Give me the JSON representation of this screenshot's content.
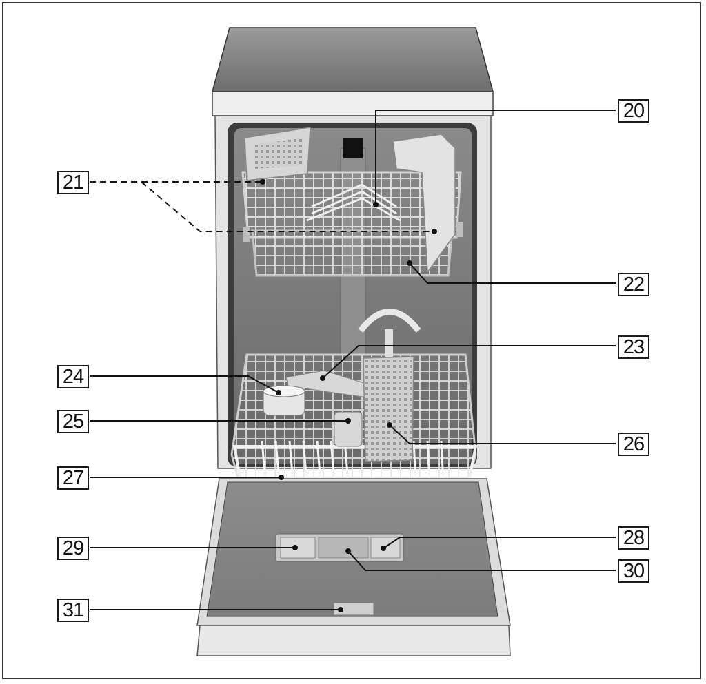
{
  "diagram": {
    "labels": [
      {
        "id": "20",
        "text": "20"
      },
      {
        "id": "21",
        "text": "21"
      },
      {
        "id": "22",
        "text": "22"
      },
      {
        "id": "23",
        "text": "23"
      },
      {
        "id": "24",
        "text": "24"
      },
      {
        "id": "25",
        "text": "25"
      },
      {
        "id": "26",
        "text": "26"
      },
      {
        "id": "27",
        "text": "27"
      },
      {
        "id": "28",
        "text": "28"
      },
      {
        "id": "29",
        "text": "29"
      },
      {
        "id": "30",
        "text": "30"
      },
      {
        "id": "31",
        "text": "31"
      }
    ],
    "colors": {
      "outline": "#1a1a1a",
      "appliance_body": "#e8e8e8",
      "interior": "#7a7a7a",
      "rack": "#d8d8d8",
      "leader_line": "#111111"
    }
  }
}
